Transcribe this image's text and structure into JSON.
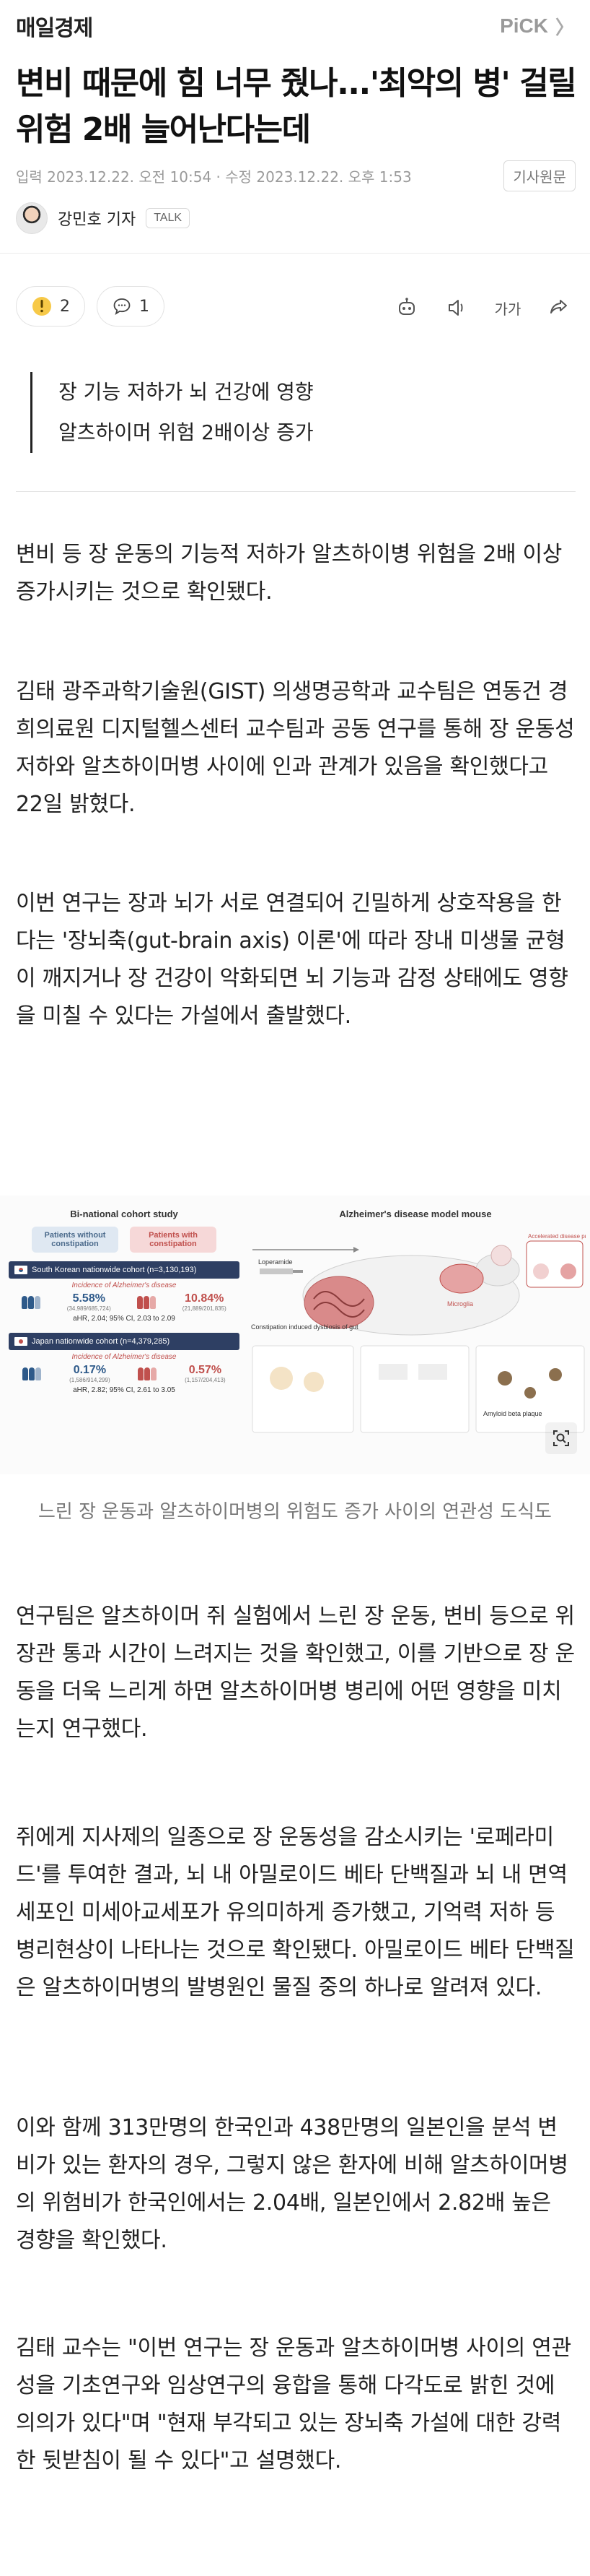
{
  "header": {
    "brand": "매일경제",
    "pick_label": "PiCK",
    "pick_chevron": "〉"
  },
  "article": {
    "title": "변비 때문에 힘 너무 줬나...'최악의 병' 걸릴 위험 2배 늘어난다는데",
    "meta": "입력 2023.12.22. 오전 10:54 · 수정 2023.12.22. 오후 1:53",
    "source_button": "기사원문",
    "reporter": "강민호 기자",
    "talk_label": "TALK"
  },
  "reactions": {
    "like_count": "2",
    "comment_count": "1"
  },
  "tools": {
    "font_size_label": "가가"
  },
  "summary": [
    "장 기능 저하가 뇌 건강에 영향",
    "알츠하이머 위험 2배이상 증가"
  ],
  "paragraphs": [
    "변비 등 장 운동의 기능적 저하가 알츠하이병 위험을 2배 이상 증가시키는 것으로 확인됐다.",
    "김태 광주과학기술원(GIST) 의생명공학과 교수팀은 연동건 경희의료원 디지털헬스센터 교수팀과 공동 연구를 통해 장 운동성 저하와 알츠하이머병 사이에 인과 관계가 있음을 확인했다고 22일 밝혔다.",
    "이번 연구는 장과 뇌가 서로 연결되어 긴밀하게 상호작용을 한다는 '장뇌축(gut-brain axis) 이론'에 따라 장내 미생물 균형이 깨지거나 장 건강이 악화되면 뇌 기능과 감정 상태에도 영향을 미칠 수 있다는 가설에서 출발했다.",
    "연구팀은 알츠하이머 쥐 실험에서 느린 장 운동, 변비 등으로 위장관 통과 시간이 느려지는 것을 확인했고, 이를 기반으로 장 운동을 더욱 느리게 하면 알츠하이머병 병리에 어떤 영향을 미치는지 연구했다.",
    "쥐에게 지사제의 일종으로 장 운동성을 감소시키는 '로페라미드'를 투여한 결과, 뇌 내 아밀로이드 베타 단백질과 뇌 내 면역세포인 미세아교세포가 유의미하게 증가했고, 기억력 저하 등 병리현상이 나타나는 것으로 확인됐다. 아밀로이드 베타 단백질은 알츠하이머병의 발병원인 물질 중의 하나로 알려져 있다.",
    "이와 함께 313만명의 한국인과 438만명의 일본인을 분석 변비가 있는 환자의 경우, 그렇지 않은 환자에 비해 알츠하이머병의 위험비가 한국인에서는 2.04배, 일본인에서 2.82배 높은 경향을 확인했다.",
    "김태 교수는 \"이번 연구는 장 운동과 알츠하이머병 사이의 연관성을 기초연구와 임상연구의 융합을 통해 다각도로 밝힌 것에 의의가 있다\"며 \"현재 부각되고 있는 장뇌축 가설에 대한 강력한 뒷받침이 될 수 있다\"고 설명했다."
  ],
  "figure": {
    "left_title": "Bi-national cohort study",
    "box_a": "Patients without constipation",
    "box_b": "Patients with constipation",
    "korea_cohort": "South Korean nationwide cohort (n=3,130,193)",
    "korea_incidence": "Incidence of Alzheimer's disease",
    "korea_a_pct": "5.58%",
    "korea_a_n": "(34,989/685,724)",
    "korea_b_pct": "10.84%",
    "korea_b_n": "(21,889/201,835)",
    "korea_ahr": "aHR, 2.04; 95% CI, 2.03 to 2.09",
    "japan_cohort": "Japan nationwide cohort (n=4,379,285)",
    "japan_incidence": "Incidence of Alzheimer's disease",
    "japan_a_pct": "0.17%",
    "japan_a_n": "(1,586/914,299)",
    "japan_b_pct": "0.57%",
    "japan_b_n": "(1,157/204,413)",
    "japan_ahr": "aHR, 2.82; 95% CI, 2.61 to 3.05",
    "right_title": "Alzheimer's disease model mouse",
    "right_note": "Accelerated disease progression of Alzheimer's disease",
    "right_label_1": "Constipation induced dysbiosis of gut",
    "right_label_2": "Loperamide",
    "right_label_3": "Amyloid beta plaque",
    "right_label_4": "Microglia",
    "caption": "느린 장 운동과 알츠하이머병의 위험도 증가 사이의 연관성 도식도",
    "colors": {
      "blue": "#2e5a8a",
      "red": "#c0504d",
      "navy": "#2e3f63"
    }
  }
}
